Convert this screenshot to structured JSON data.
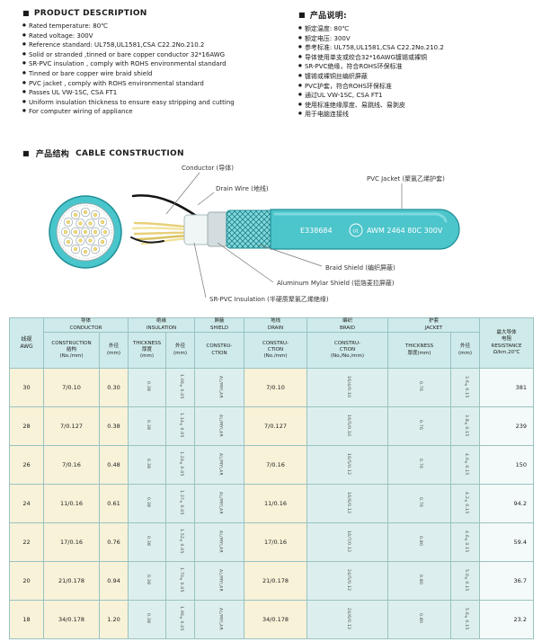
{
  "icons": {
    "section_square": "■",
    "bullet": "●"
  },
  "left_section": {
    "title": "PRODUCT DESCRIPTION",
    "bullets": [
      "Rated temperature: 80℃",
      "Rated voltage: 300V",
      "Reference standard: UL758,UL1581,CSA C22.2No.210.2",
      "Solid or stranded ,tinned or bare copper conductor 32*16AWG",
      "SR-PVC insulation , comply with ROHS environmental standard",
      "Tinned or bare copper wire braid shield",
      "PVC jacket , comply with ROHS environmental standard",
      "Passes UL VW-1SC, CSA FT1",
      "Uniform insulation thickness to ensure easy stripping and cutting",
      "For computer wiring of appliance"
    ]
  },
  "right_section": {
    "title": "产品说明:",
    "bullets": [
      "额定温度: 80℃",
      "额定电压: 300V",
      "参考标准: UL758,UL1581,CSA C22.2No.210.2",
      "导体使用单支或绞合32*16AWG镀锡或裸铜",
      "SR-PVC绝缘，符合ROHS环保标准",
      "镀锡或裸铜丝编织屏蔽",
      "PVC护套，符合ROHS环保标准",
      "通过UL VW-1SC, CSA FT1",
      "使用标准绝缘厚度、易跳线、易剥皮",
      "用于电脑连接线"
    ]
  },
  "construction": {
    "title_cn": "产品结构",
    "title_en": "CABLE CONSTRUCTION",
    "labels": {
      "conductor": "Conductor (导体)",
      "drain_wire": "Drain Wire (地线)",
      "pvc_jacket": "PVC Jacket (聚氯乙烯护套)",
      "braid_shield": "Braid Shield (编织屏蔽)",
      "aluminum_mylar": "Aluminum Mylar Shield (铝箔麦拉屏蔽)",
      "sr_pvc": "SR-PVC Insulation (半硬质聚氯乙烯绝缘)"
    },
    "print": {
      "reg_no": "E338684",
      "ul_mark": "UL",
      "spec": "AWM 2464 80C 300V"
    }
  },
  "table": {
    "awg_header": "线规\nAWG",
    "groups": {
      "conductor": "导体\nCONDUCTOR",
      "insulation": "绝缘\nINSULATION",
      "shield": "屏蔽\nSHIELD",
      "drain": "地线\nDRAIN",
      "braid": "编织\nBRAID",
      "jacket": "护套\nJACKET"
    },
    "subheaders": {
      "cond_constr": "CONSTRUCTION\n结构\n(No./mm)",
      "cond_od": "外径\n(mm)",
      "ins_thk": "THICKNESS\n厚度\n(mm)",
      "ins_od": "外径\n(mm)",
      "shield": "CONSTRU-\nCTION",
      "drain": "CONSTRU-\nCTION\n(No./mm)",
      "braid": "CONSTRU-\nCTION\n(No./No./mm)",
      "jkt_thk": "THICKNESS\n厚度(mm)",
      "jkt_od": "外径\n(mm)"
    },
    "resistance_header": "最大导体\n电阻\nRESISTANCE\nΩ/km,20℃",
    "rows": [
      {
        "awg": "30",
        "cond_constr": "7/0.10",
        "cond_od": "0.30",
        "ins_thk": "0.38",
        "ins_od": "1.06±0.05",
        "shield": "AL/MYLAR",
        "drain": "7/0.10",
        "braid": "16/4/0.10",
        "jkt_thk": "0.76",
        "jkt_od": "3.6±0.15",
        "resistance": "381"
      },
      {
        "awg": "28",
        "cond_constr": "7/0.127",
        "cond_od": "0.38",
        "ins_thk": "0.38",
        "ins_od": "1.14±0.05",
        "shield": "AL/MYLAR",
        "drain": "7/0.127",
        "braid": "16/5/0.10",
        "jkt_thk": "0.76",
        "jkt_od": "3.8±0.15",
        "resistance": "239"
      },
      {
        "awg": "26",
        "cond_constr": "7/0.16",
        "cond_od": "0.48",
        "ins_thk": "0.38",
        "ins_od": "1.24±0.05",
        "shield": "AL/MYLAR",
        "drain": "7/0.16",
        "braid": "16/5/0.12",
        "jkt_thk": "0.76",
        "jkt_od": "4.0±0.15",
        "resistance": "150"
      },
      {
        "awg": "24",
        "cond_constr": "11/0.16",
        "cond_od": "0.61",
        "ins_thk": "0.38",
        "ins_od": "1.37±0.05",
        "shield": "AL/MYLAR",
        "drain": "11/0.16",
        "braid": "16/6/0.12",
        "jkt_thk": "0.76",
        "jkt_od": "4.2±0.15",
        "resistance": "94.2"
      },
      {
        "awg": "22",
        "cond_constr": "17/0.16",
        "cond_od": "0.76",
        "ins_thk": "0.38",
        "ins_od": "1.52±0.05",
        "shield": "AL/MYLAR",
        "drain": "17/0.16",
        "braid": "16/7/0.12",
        "jkt_thk": "0.80",
        "jkt_od": "4.6±0.15",
        "resistance": "59.4"
      },
      {
        "awg": "20",
        "cond_constr": "21/0.178",
        "cond_od": "0.94",
        "ins_thk": "0.38",
        "ins_od": "1.70±0.05",
        "shield": "AL/MYLAR",
        "drain": "21/0.178",
        "braid": "24/5/0.12",
        "jkt_thk": "0.80",
        "jkt_od": "5.0±0.15",
        "resistance": "36.7"
      },
      {
        "awg": "18",
        "cond_constr": "34/0.178",
        "cond_od": "1.20",
        "ins_thk": "0.38",
        "ins_od": "1.96±0.05",
        "shield": "AL/MYLAR",
        "drain": "34/0.178",
        "braid": "24/6/0.12",
        "jkt_thk": "0.80",
        "jkt_od": "5.6±0.15",
        "resistance": "23.2"
      }
    ]
  }
}
